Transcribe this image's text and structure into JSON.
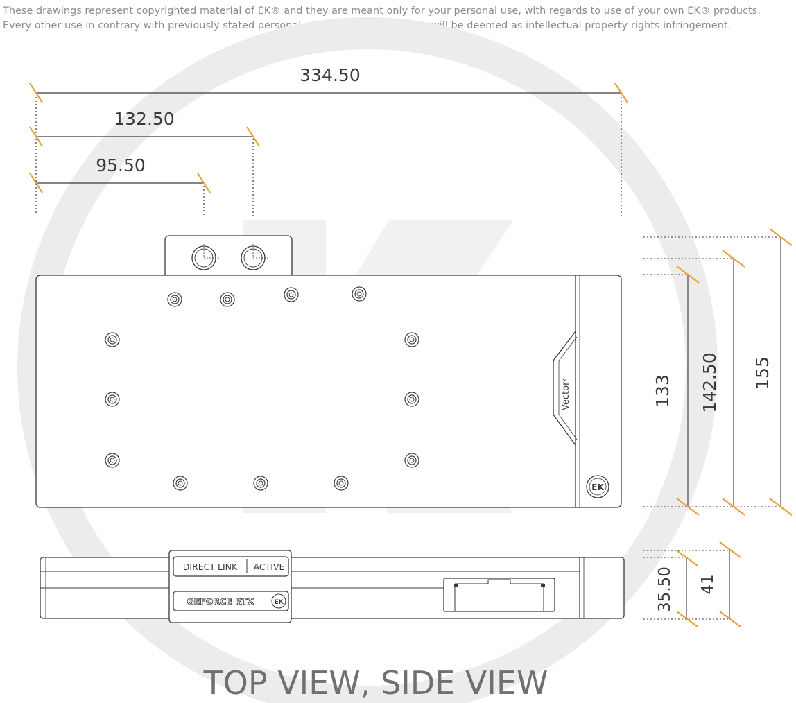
{
  "disclaimer": {
    "line1": "These drawings represent copyrighted material of EK® and they are meant only for your personal use, with regards to use of your own EK® products.",
    "line2": "Every other use in contrary with previously stated personal and non commercial use will be deemed as intellectual property rights infringement."
  },
  "dimensions": {
    "total_length": "334.50",
    "port_b_offset": "132.50",
    "port_a_offset": "95.50",
    "height_inner": "133",
    "height_mid": "142.50",
    "height_total": "155",
    "thickness_inner": "35.50",
    "thickness_total": "41"
  },
  "labels": {
    "vector_logo": "Vector²",
    "top_badge": "DIRECT LINK",
    "top_badge_right": "ACTIVE",
    "bottom_badge": "GEFORCE RTX",
    "ek_mark": "EK"
  },
  "title": "TOP VIEW, SIDE VIEW",
  "colors": {
    "line": "#3a3a3a",
    "tick": "#e8a23a",
    "watermark": "#ececec"
  }
}
